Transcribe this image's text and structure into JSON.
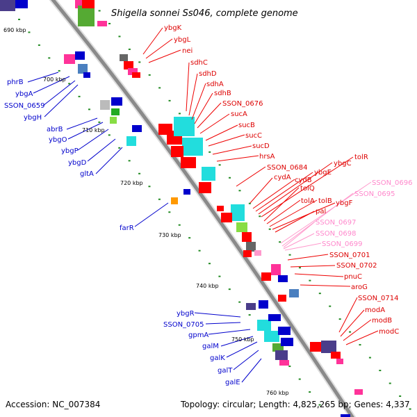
{
  "title": "Shigella sonnei Ss046, complete genome",
  "footer": {
    "accession": "Accession: NC_007384",
    "summary": "Topology: circular; Length: 4,825,265 bp; Genes: 4,337"
  },
  "colors": {
    "backbone": "#999999",
    "forward_genes": "#ff0000",
    "reverse_genes": "#0000ff",
    "pink_genes": "#ff99cc",
    "ticks": "#228B22"
  },
  "kbp_ticks": [
    "690 kbp",
    "700 kbp",
    "710 kbp",
    "720 kbp",
    "730 kbp",
    "740 kbp",
    "750 kbp",
    "760 kbp"
  ],
  "left_labels": [
    "phrB",
    "ybgA",
    "SSON_0659",
    "ybgH",
    "abrB",
    "ybgO",
    "ybgP",
    "ybgD",
    "gltA",
    "farR",
    "ybgR",
    "SSON_0705",
    "gpmA",
    "galM",
    "galK",
    "galT",
    "galE"
  ],
  "right_labels": [
    "ybgK",
    "ybgL",
    "nei",
    "sdhC",
    "sdhD",
    "sdhA",
    "sdhB",
    "SSON_0676",
    "sucA",
    "sucB",
    "sucC",
    "sucD",
    "hrsA",
    "SSON_0684",
    "cydA",
    "cydB",
    "ybgE",
    "ybgC",
    "tolR",
    "tolQ",
    "tolA",
    "tolB",
    "ybgF",
    "pal",
    "SSON_0701",
    "SSON_0702",
    "pnuC",
    "aroG",
    "SSON_0714",
    "modA",
    "modB",
    "modC"
  ],
  "pink_labels": [
    "SSON_0696",
    "SSON_0695",
    "SSON_0697",
    "SSON_0698",
    "SSON_0699"
  ]
}
